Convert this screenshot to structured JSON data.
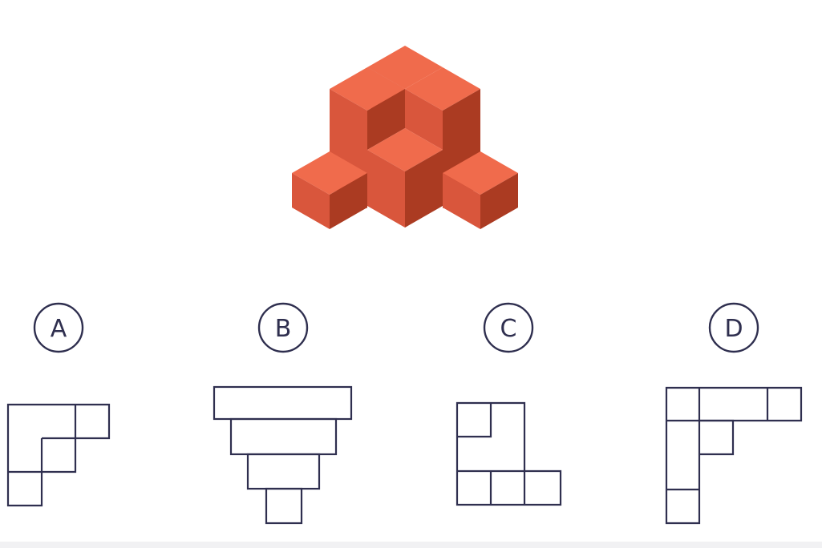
{
  "figure": {
    "colors": {
      "top": "#f06b4c",
      "left": "#d9563c",
      "right": "#ab3b22"
    }
  },
  "options": [
    {
      "label": "A"
    },
    {
      "label": "B"
    },
    {
      "label": "C"
    },
    {
      "label": "D"
    }
  ],
  "colors": {
    "outline": "#2f2f4f"
  }
}
